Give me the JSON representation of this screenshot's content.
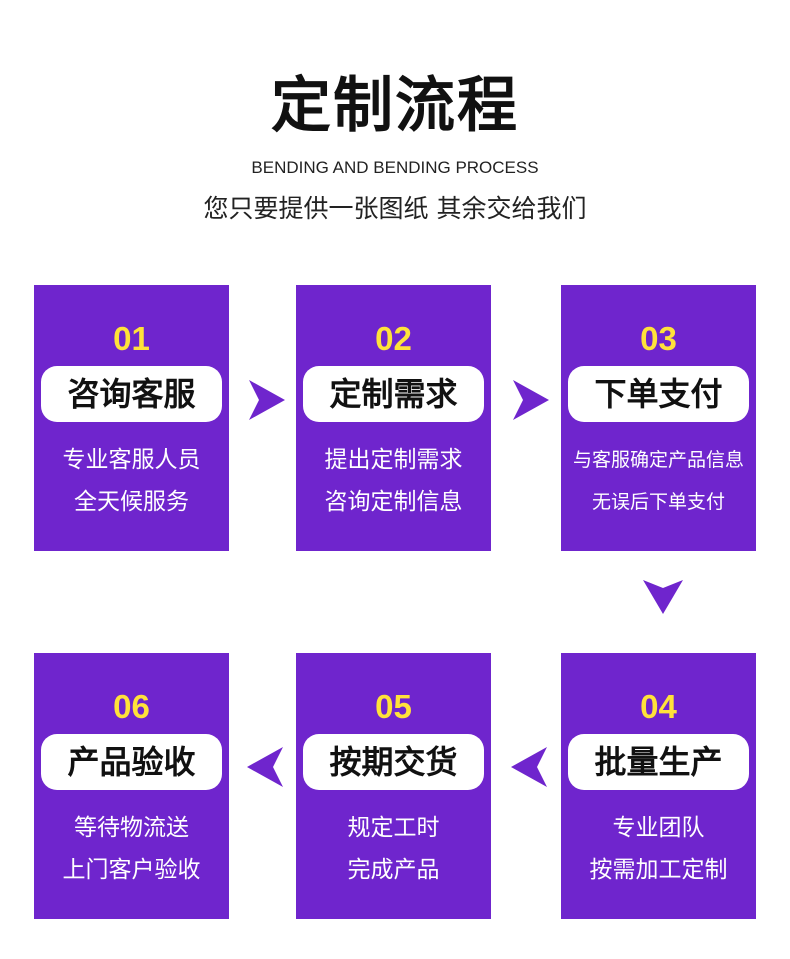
{
  "header": {
    "title": "定制流程",
    "subtitle": "BENDING AND BENDING PROCESS",
    "slogan": "您只要提供一张图纸 其余交给我们"
  },
  "steps": [
    {
      "number": "01",
      "title": "咨询客服",
      "line1": "专业客服人员",
      "line2": "全天候服务"
    },
    {
      "number": "02",
      "title": "定制需求",
      "line1": "提出定制需求",
      "line2": "咨询定制信息"
    },
    {
      "number": "03",
      "title": "下单支付",
      "line1": "与客服确定产品信息",
      "line2": "无误后下单支付"
    },
    {
      "number": "04",
      "title": "批量生产",
      "line1": "专业团队",
      "line2": "按需加工定制"
    },
    {
      "number": "05",
      "title": "按期交货",
      "line1": "规定工时",
      "line2": "完成产品"
    },
    {
      "number": "06",
      "title": "产品验收",
      "line1": "等待物流送",
      "line2": "上门客户验收"
    }
  ],
  "colors": {
    "card_background": "#6f25cd",
    "number_color": "#ffe23a",
    "arrow_color": "#6f25cd",
    "pill_background": "#ffffff"
  },
  "icons": {
    "arrow_right": "arrow-right-icon",
    "arrow_down": "arrow-down-icon",
    "arrow_left": "arrow-left-icon"
  }
}
